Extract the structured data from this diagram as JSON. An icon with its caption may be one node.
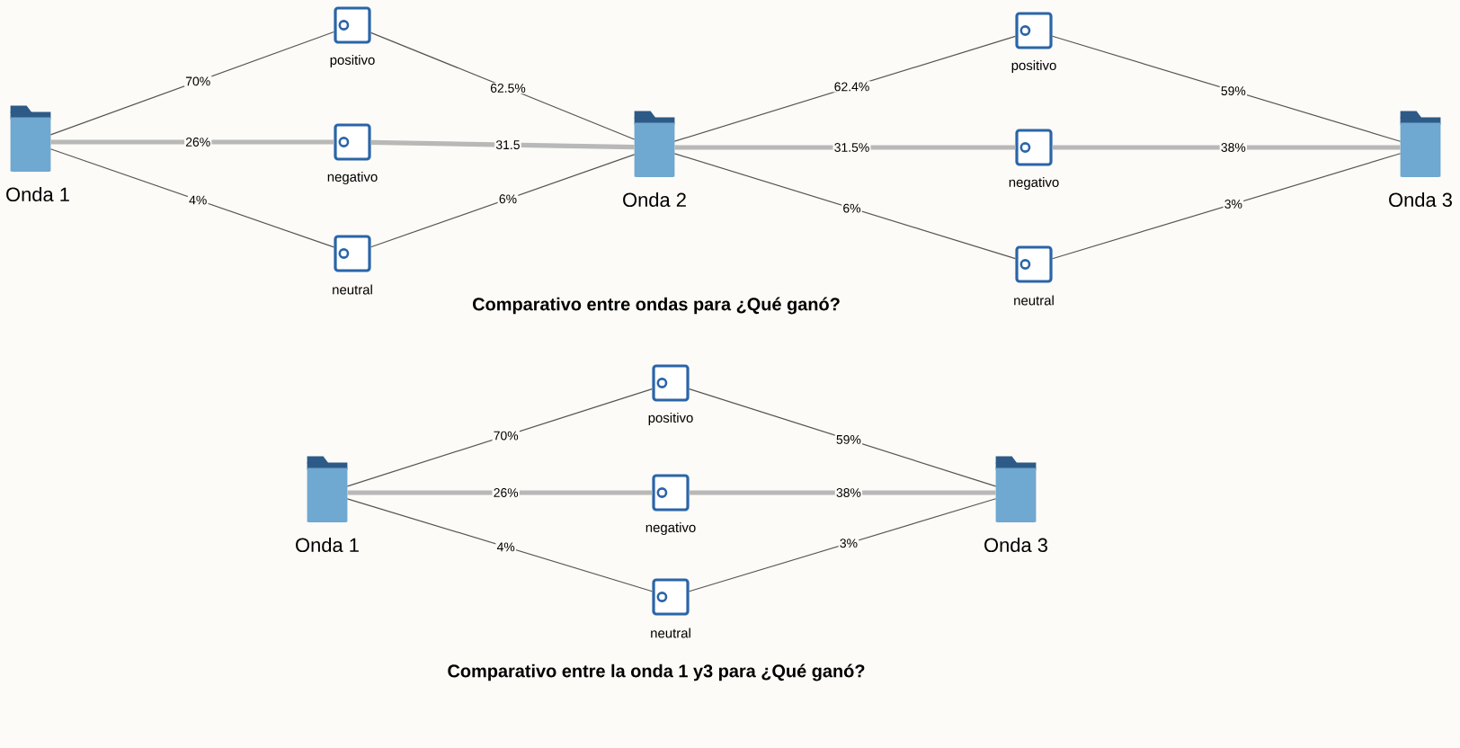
{
  "diagram": {
    "nodes": [
      {
        "text": [
          "Onda 1"
        ]
      },
      {
        "text": [
          "positivo"
        ]
      },
      {
        "text": [
          "negativo"
        ]
      },
      {
        "text": [
          "neutral"
        ]
      },
      {
        "text": [
          "Onda 2"
        ]
      },
      {
        "text": [
          "positivo"
        ]
      },
      {
        "text": [
          "negativo"
        ]
      },
      {
        "text": [
          "neutral"
        ]
      },
      {
        "text": [
          "Onda 3"
        ]
      },
      {
        "text": [
          "Onda 1"
        ]
      },
      {
        "text": [
          "positivo"
        ]
      },
      {
        "text": [
          "negativo"
        ]
      },
      {
        "text": [
          "neutral"
        ]
      },
      {
        "text": [
          "Onda 3"
        ]
      }
    ],
    "edges": [
      {
        "from": 0,
        "to": 1,
        "arrow": "none",
        "label": "70%"
      },
      {
        "from": 0,
        "to": 2,
        "arrow": "none",
        "label": "26%",
        "style": "thick",
        "color": "#b8b8b8"
      },
      {
        "from": 0,
        "to": 3,
        "arrow": "none",
        "label": "4%"
      },
      {
        "from": 1,
        "to": 4,
        "arrow": "none",
        "label": "62.5%"
      },
      {
        "from": 2,
        "to": 4,
        "arrow": "none",
        "label": "31.5",
        "style": "thick",
        "color": "#b8b8b8"
      },
      {
        "from": 3,
        "to": 4,
        "arrow": "none",
        "label": "6%"
      },
      {
        "from": 4,
        "to": 5,
        "arrow": "none",
        "label": "62.4%"
      },
      {
        "from": 4,
        "to": 6,
        "arrow": "none",
        "label": "31.5%",
        "style": "thick",
        "color": "#b8b8b8"
      },
      {
        "from": 4,
        "to": 7,
        "arrow": "none",
        "label": "6%"
      },
      {
        "from": 5,
        "to": 8,
        "arrow": "none",
        "label": "59%"
      },
      {
        "from": 6,
        "to": 8,
        "arrow": "none",
        "label": "38%",
        "style": "thick",
        "color": "#b8b8b8"
      },
      {
        "from": 7,
        "to": 8,
        "arrow": "none",
        "label": "3%"
      },
      {
        "from": 9,
        "to": 10,
        "arrow": "none",
        "label": "70%"
      },
      {
        "from": 9,
        "to": 11,
        "arrow": "none",
        "label": "26%",
        "style": "thick",
        "color": "#b8b8b8"
      },
      {
        "from": 9,
        "to": 12,
        "arrow": "none",
        "label": "4%"
      },
      {
        "from": 10,
        "to": 13,
        "arrow": "none",
        "label": "59%"
      },
      {
        "from": 11,
        "to": 13,
        "arrow": "none",
        "label": "38%",
        "style": "thick",
        "color": "#b8b8b8"
      },
      {
        "from": 12,
        "to": 13,
        "arrow": "none",
        "label": "3%"
      }
    ],
    "labels": [
      "Comparativo entre ondas para ¿Qué ganó?",
      "Comparativo entre la onda 1 y3 para ¿Qué ganó?"
    ]
  }
}
